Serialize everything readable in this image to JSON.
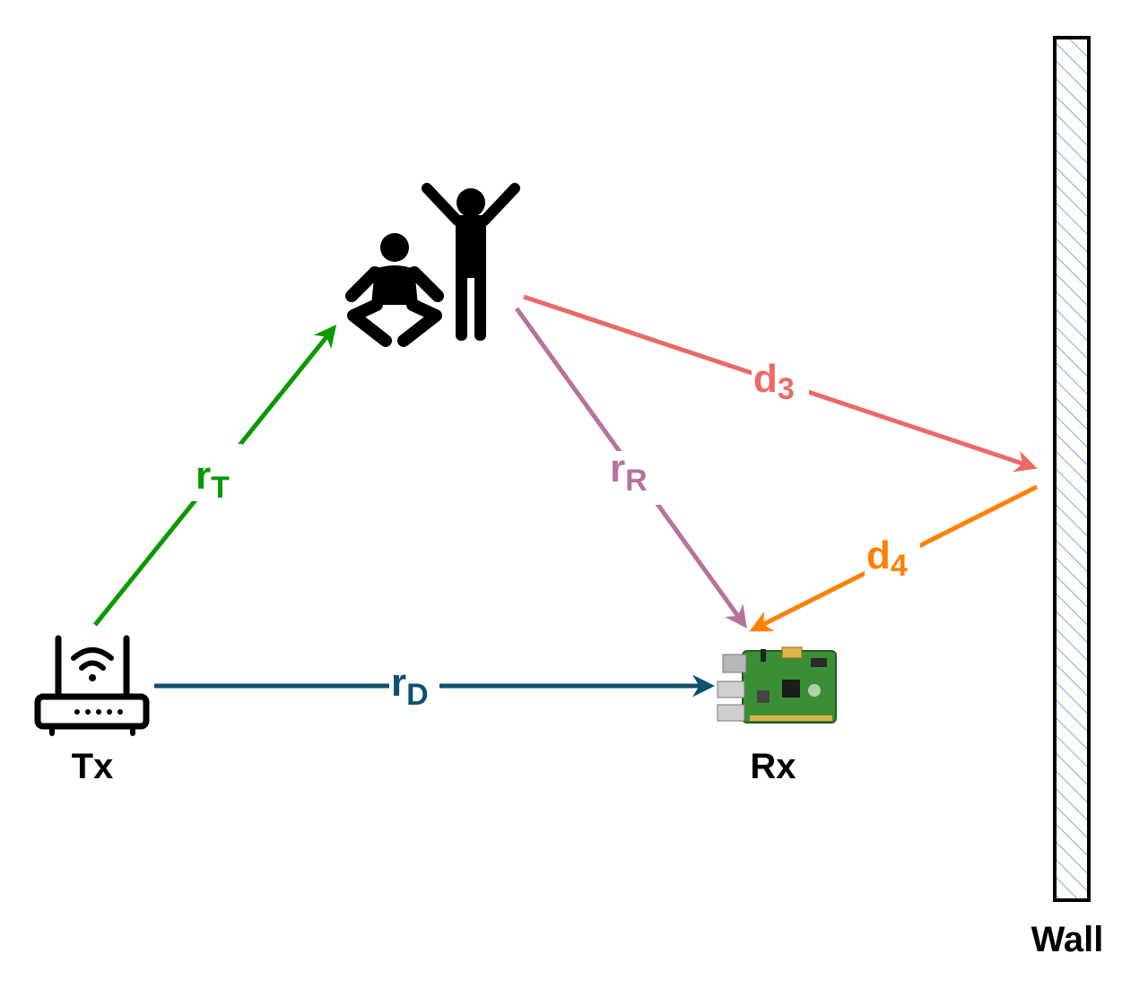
{
  "nodes": {
    "tx": {
      "label": "Tx",
      "icon": "wifi-router-icon"
    },
    "rx": {
      "label": "Rx",
      "icon": "raspberry-pi-board-icon"
    },
    "people": {
      "icons": [
        "sitting-person-icon",
        "standing-person-arms-raised-icon"
      ]
    },
    "wall": {
      "label": "Wall",
      "icon": "hatched-wall"
    }
  },
  "edges": {
    "r_t": {
      "main": "r",
      "sub": "T",
      "color": "#0a9900"
    },
    "r_r": {
      "main": "r",
      "sub": "R",
      "color": "#b5739d"
    },
    "r_d": {
      "main": "r",
      "sub": "D",
      "color": "#10506e"
    },
    "d_3": {
      "main": "d",
      "sub": "3",
      "color": "#ea6b66"
    },
    "d_4": {
      "main": "d",
      "sub": "4",
      "color": "#ff8000"
    }
  },
  "colors": {
    "wall_hatch": "#7ea6e0",
    "board_green": "#3a8f36"
  }
}
